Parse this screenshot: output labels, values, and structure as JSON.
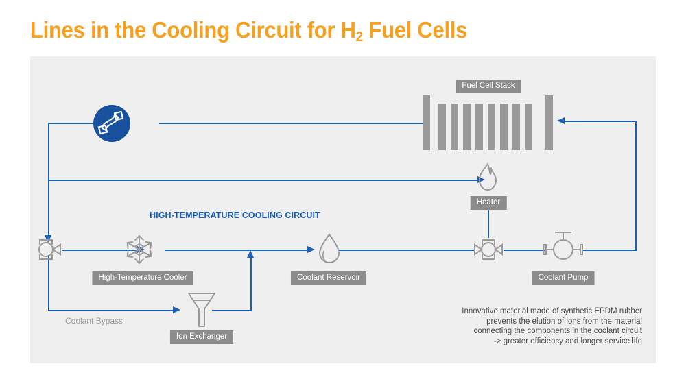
{
  "header": {
    "title_before": "Lines in the Cooling Circuit for H",
    "title_sub": "2",
    "title_after": " Fuel Cells",
    "title_full": "Lines in the Cooling Circuit for H2 Fuel Cells",
    "accent_color": "#f5a01e"
  },
  "canvas": {
    "background_color": "#efeff0",
    "line_color": "#1a5fb4",
    "icon_color": "#9a9a9a",
    "badge_color": "#8c8c8c"
  },
  "diagram": {
    "circuit_label": "HIGH-TEMPERATURE COOLING CIRCUIT",
    "bypass_label": "Coolant Bypass",
    "nodes": [
      {
        "id": "fuel-cell-stack",
        "label": "Fuel Cell Stack",
        "icon": "stack-icon"
      },
      {
        "id": "hose-connector",
        "label": "",
        "icon": "hose-icon"
      },
      {
        "id": "heater",
        "label": "Heater",
        "icon": "flame-icon"
      },
      {
        "id": "bypass-valve",
        "label": "",
        "icon": "valve-icon"
      },
      {
        "id": "high-temperature-cooler",
        "label": "High-Temperature Cooler",
        "icon": "snowflake-icon"
      },
      {
        "id": "coolant-reservoir",
        "label": "Coolant Reservoir",
        "icon": "droplet-icon"
      },
      {
        "id": "heater-valve",
        "label": "",
        "icon": "valve-icon"
      },
      {
        "id": "coolant-pump",
        "label": "Coolant Pump",
        "icon": "pump-icon"
      },
      {
        "id": "ion-exchanger",
        "label": "Ion Exchanger",
        "icon": "funnel-icon"
      }
    ],
    "note": {
      "line1": "Innovative material made of synthetic EPDM rubber",
      "line2": "prevents the elution of ions from the material",
      "line3": "connecting the components in the coolant circuit",
      "line4": "-> greater efficiency and longer service life"
    }
  }
}
